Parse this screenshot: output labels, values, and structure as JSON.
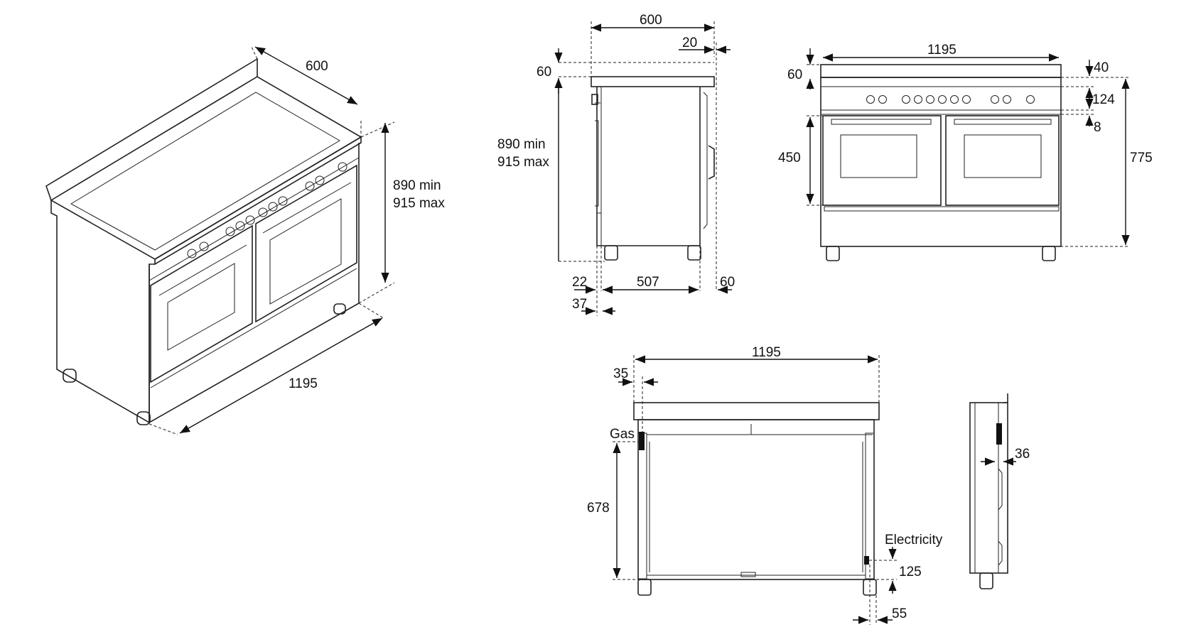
{
  "iso": {
    "depth": "600",
    "height_min": "890 min",
    "height_max": "915 max",
    "width": "1195"
  },
  "side": {
    "depth": "600",
    "back_gap": "20",
    "splash": "60",
    "height_min": "890 min",
    "height_max": "915 max",
    "front_a": "22",
    "front_b": "37",
    "body": "507",
    "rear": "60"
  },
  "front": {
    "width": "1195",
    "splash": "60",
    "top_a": "40",
    "top_b": "124",
    "top_c": "8",
    "oven": "450",
    "total": "775"
  },
  "rear": {
    "width": "1195",
    "offset": "35",
    "gas_label": "Gas",
    "gas_height": "678",
    "elec_label": "Electricity",
    "elec_height": "125",
    "elec_offset": "55"
  },
  "profile": {
    "depth": "36"
  }
}
